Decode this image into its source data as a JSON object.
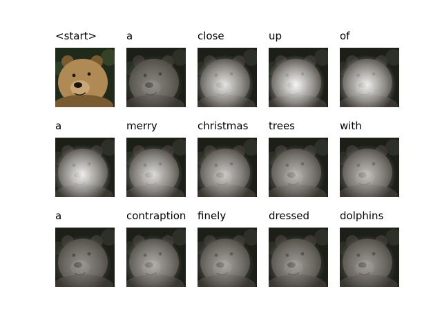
{
  "colors": {
    "background": "#ffffff",
    "bear_fur": "#b08a55",
    "foliage_dark": "#1f2a1a",
    "foliage_mid": "#3d4d2e"
  },
  "figure": {
    "rows": [
      {
        "cells": [
          {
            "word": "<start>",
            "attention_intensity": 0.0,
            "original": true
          },
          {
            "word": "a",
            "attention_intensity": 0.35,
            "original": false
          },
          {
            "word": "close",
            "attention_intensity": 0.85,
            "original": false
          },
          {
            "word": "up",
            "attention_intensity": 0.95,
            "original": false
          },
          {
            "word": "of",
            "attention_intensity": 0.9,
            "original": false
          }
        ]
      },
      {
        "cells": [
          {
            "word": "a",
            "attention_intensity": 0.9,
            "original": false
          },
          {
            "word": "merry",
            "attention_intensity": 0.8,
            "original": false
          },
          {
            "word": "christmas",
            "attention_intensity": 0.7,
            "original": false
          },
          {
            "word": "trees",
            "attention_intensity": 0.6,
            "original": false
          },
          {
            "word": "with",
            "attention_intensity": 0.65,
            "original": false
          }
        ]
      },
      {
        "cells": [
          {
            "word": "a",
            "attention_intensity": 0.4,
            "original": false
          },
          {
            "word": "contraption",
            "attention_intensity": 0.55,
            "original": false
          },
          {
            "word": "finely",
            "attention_intensity": 0.5,
            "original": false
          },
          {
            "word": "dressed",
            "attention_intensity": 0.45,
            "original": false
          },
          {
            "word": "dolphins",
            "attention_intensity": 0.45,
            "original": false
          }
        ]
      }
    ]
  }
}
